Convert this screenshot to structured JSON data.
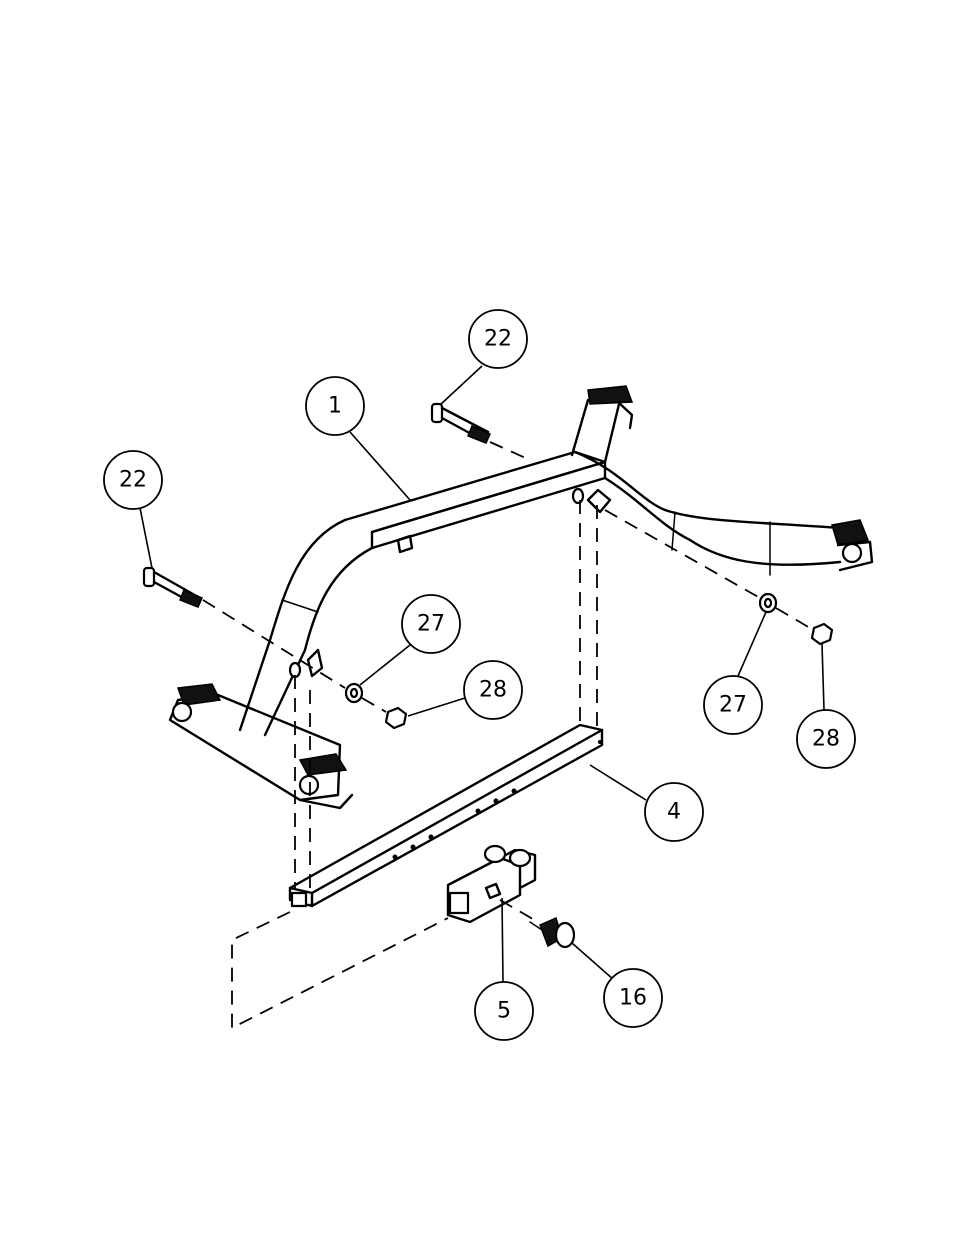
{
  "callouts": {
    "part_1": "1",
    "bolt_left": "22",
    "bolt_right": "22",
    "washer_left": "27",
    "nut_left": "28",
    "washer_right": "27",
    "nut_right": "28",
    "bar_4": "4",
    "bracket_5": "5",
    "knob_16": "16"
  }
}
